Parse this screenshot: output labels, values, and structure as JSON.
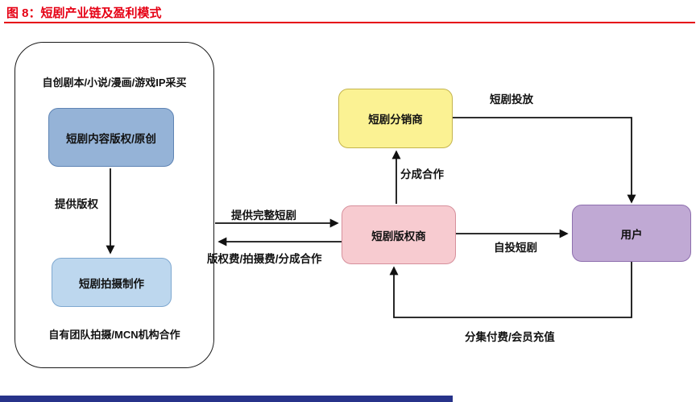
{
  "header": {
    "title": "图 8：短剧产业链及盈利模式",
    "accent_color": "#E60014"
  },
  "diagram": {
    "group": {
      "top_label": "自创剧本/小说/漫画/游戏IP采买",
      "bottom_label": "自有团队拍摄/MCN机构合作"
    },
    "nodes": {
      "content_copyright": {
        "label": "短剧内容版权/原创",
        "fill": "#95B3D7"
      },
      "filming": {
        "label": "短剧拍摄制作",
        "fill": "#BDD7EE"
      },
      "distributor": {
        "label": "短剧分销商",
        "fill": "#FBF293"
      },
      "copyright_dealer": {
        "label": "短剧版权商",
        "fill": "#F7CBD0"
      },
      "user": {
        "label": "用户",
        "fill": "#C0A9D4"
      }
    },
    "edges": {
      "provide_copyright": "提供版权",
      "provide_full_drama": "提供完整短剧",
      "fees_back": "版权费/拍摄费/分成合作",
      "revenue_share": "分成合作",
      "drama_placement": "短剧投放",
      "self_placement": "自投短剧",
      "episode_payment": "分集付费/会员充值"
    },
    "arrow_color": "#111111"
  },
  "footer": {
    "bar_color": "#27338A"
  }
}
